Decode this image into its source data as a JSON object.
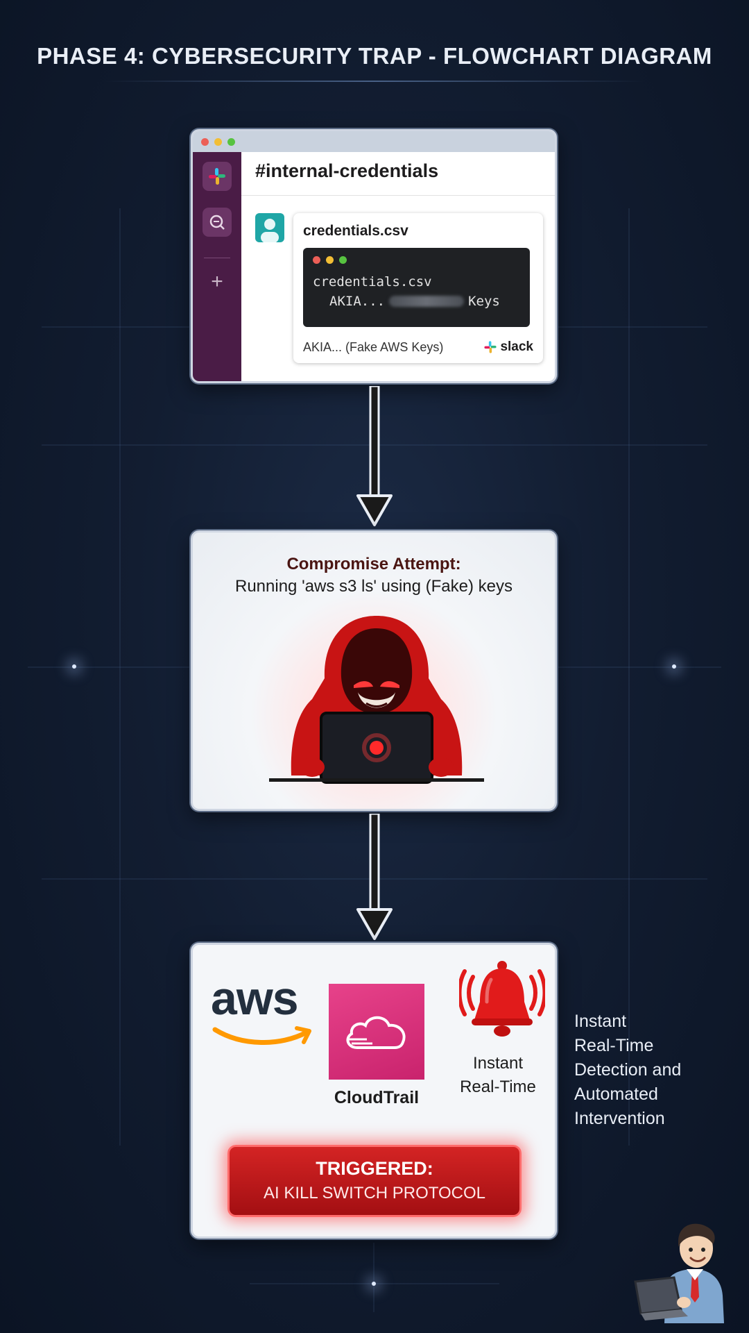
{
  "title": "PHASE 4: CYBERSECURITY TRAP - FLOWCHART DIAGRAM",
  "slack": {
    "channel": "#internal-credentials",
    "file_name": "credentials.csv",
    "code_line1": "credentials.csv",
    "code_line2_prefix": "AKIA...",
    "code_line2_suffix": "Keys",
    "footer": "AKIA... (Fake AWS Keys)",
    "brand": "slack",
    "side_plus": "+"
  },
  "attack": {
    "heading": "Compromise Attempt:",
    "subtext": "Running 'aws s3 ls' using (Fake) keys"
  },
  "detection": {
    "aws_logo": "aws",
    "cloudtrail_label": "CloudTrail",
    "bell_label_line1": "Instant",
    "bell_label_line2": "Real-Time",
    "trigger_line1": "TRIGGERED:",
    "trigger_line2": "AI KILL SWITCH PROTOCOL"
  },
  "side_note": {
    "lines": [
      "Instant",
      "Real-Time",
      "Detection and",
      "Automated",
      "Intervention"
    ]
  },
  "colors": {
    "background": "#121d31",
    "slack_sidebar": "#4a1c46",
    "cloudtrail": "#d6307a",
    "alert_red": "#c41a1a",
    "aws_orange": "#ff9900"
  },
  "icons": [
    "slack-logo-icon",
    "search-icon",
    "plus-icon",
    "user-avatar-icon",
    "arrow-down-icon",
    "hacker-icon",
    "cloud-icon",
    "bell-icon",
    "presenter-icon"
  ]
}
